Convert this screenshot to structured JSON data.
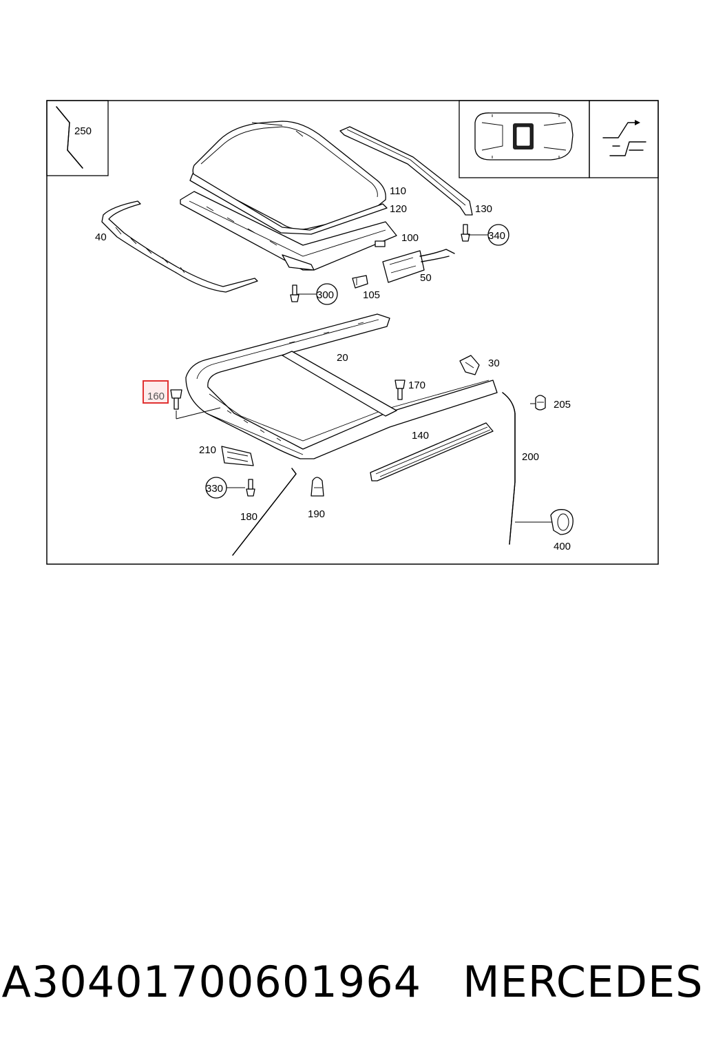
{
  "diagram": {
    "labels": {
      "p250": "250",
      "p110": "110",
      "p120": "120",
      "p130": "130",
      "p40": "40",
      "p100": "100",
      "p340": "340",
      "p50": "50",
      "p300": "300",
      "p105": "105",
      "p20": "20",
      "p30": "30",
      "p160": "160",
      "p170": "170",
      "p205": "205",
      "p140": "140",
      "p210": "210",
      "p200": "200",
      "p330": "330",
      "p180": "180",
      "p190": "190",
      "p400": "400"
    },
    "highlighted_part": "160",
    "highlight_color": "#e03030"
  },
  "footer": {
    "part_number": "A30401700601964",
    "brand": "MERCEDES"
  }
}
